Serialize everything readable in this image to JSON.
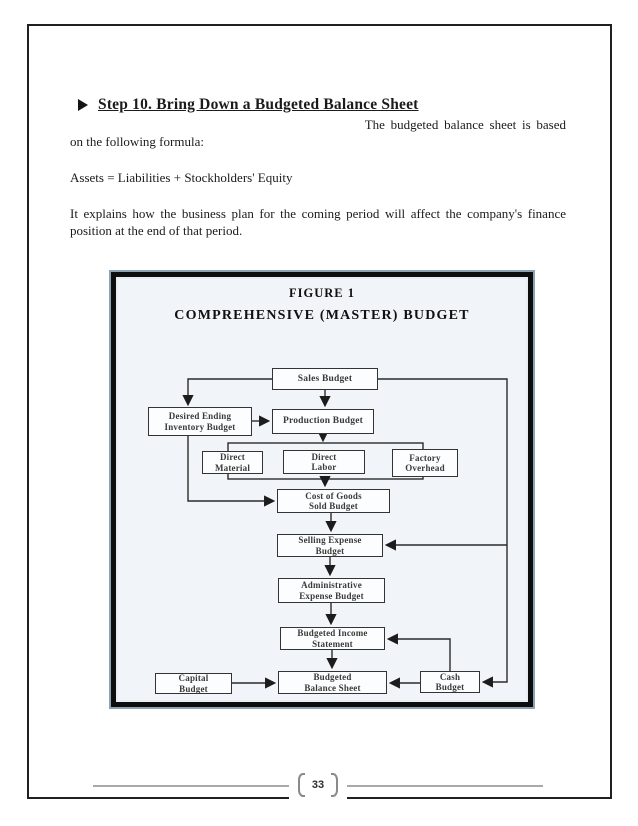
{
  "body": {
    "heading_bullet": "➢",
    "heading": "Step 10. Bring Down a Budgeted Balance Sheet",
    "intro_line1": "The budgeted balance sheet is based",
    "intro_line2": "on the following formula:",
    "formula": "Assets = Liabilities + Stockholders' Equity",
    "explanation_line1": "It explains how the business plan for the coming period will affect the company's finance",
    "explanation_line2": "position at the end of that period."
  },
  "figure": {
    "title": "FIGURE 1",
    "subtitle": "COMPREHENSIVE (MASTER) BUDGET",
    "nodes": {
      "sales": "Sales Budget",
      "desired_ending": "Desired Ending\nInventory Budget",
      "production": "Production Budget",
      "direct_material": "Direct\nMaterial",
      "direct_labor": "Direct\nLabor",
      "factory_overhead": "Factory\nOverhead",
      "cost_of_goods": "Cost of Goods\nSold Budget",
      "selling_expense": "Selling Expense\nBudget",
      "administrative": "Administrative\nExpense Budget",
      "budgeted_income": "Budgeted Income\nStatement",
      "capital": "Capital\nBudget",
      "balance_sheet": "Budgeted\nBalance Sheet",
      "cash": "Cash\nBudget"
    }
  },
  "footer": {
    "bracket_left": "(",
    "page_number": "33",
    "bracket_right": ")"
  },
  "colors": {
    "figure_border": "#0d0d0d",
    "figure_edge_blue": "#8ea2b6",
    "figure_background": "#f1f5f9",
    "footer_line": "#a9a9a9"
  }
}
